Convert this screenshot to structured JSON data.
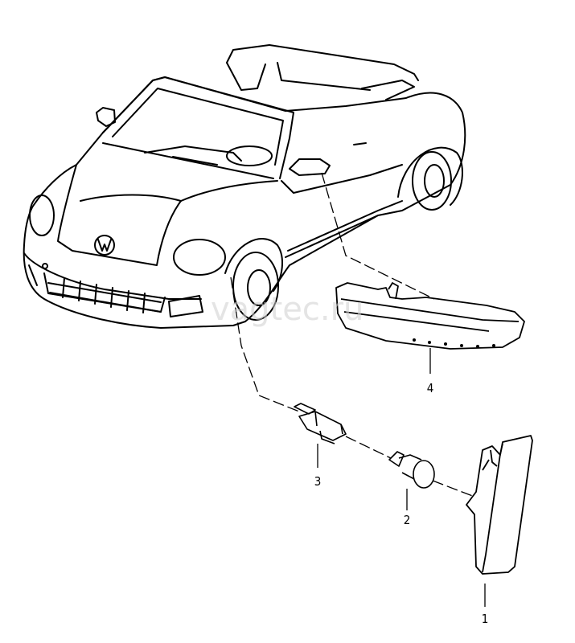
{
  "watermark": "vagtec.ru",
  "callouts": [
    {
      "id": "1",
      "label": "1"
    },
    {
      "id": "2",
      "label": "2"
    },
    {
      "id": "3",
      "label": "3"
    },
    {
      "id": "4",
      "label": "4"
    }
  ],
  "colors": {
    "line": "#000000",
    "background": "#ffffff",
    "watermark": "#cfcfcf"
  }
}
